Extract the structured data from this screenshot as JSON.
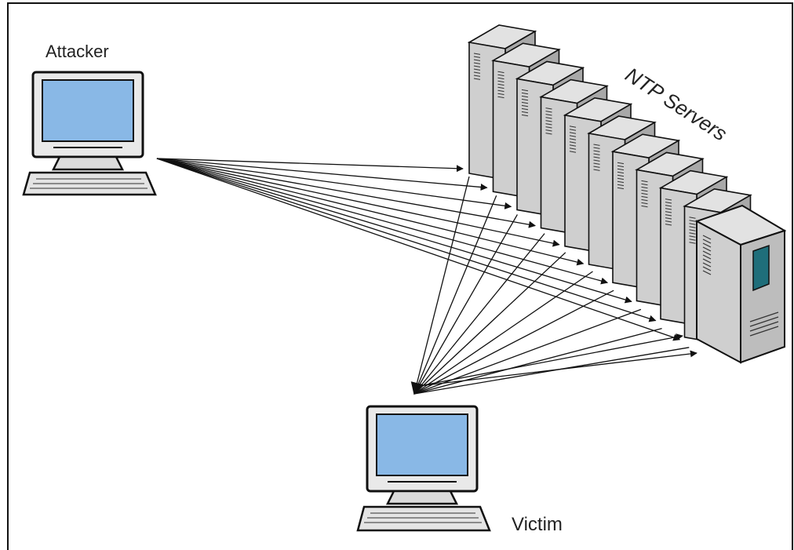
{
  "labels": {
    "attacker": "Attacker",
    "servers": "NTP Servers",
    "victim": "Victim"
  },
  "server_count": 10,
  "colors": {
    "screen": "#89b8e6",
    "server_body": "#cfcfcf",
    "server_side": "#a8a8a8",
    "server_panel": "#1f6e7a",
    "stroke": "#111111",
    "background": "#ffffff"
  }
}
